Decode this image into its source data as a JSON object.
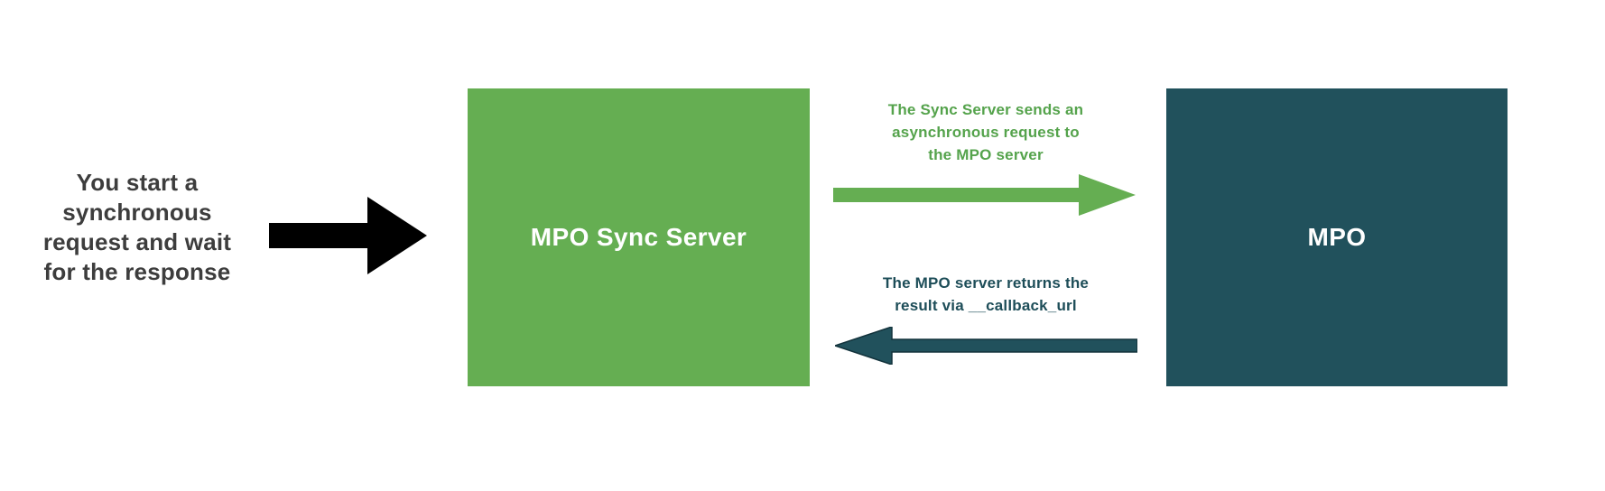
{
  "diagram": {
    "background": "#ffffff",
    "intro": {
      "text": "You start a synchronous request and wait for the response",
      "lines": [
        "You start a",
        "synchronous",
        "request and wait",
        "for the response"
      ],
      "color": "#3d3d3d"
    },
    "start_arrow": {
      "direction": "right",
      "color": "#000000"
    },
    "nodes": [
      {
        "id": "mpo-sync-server",
        "label": "MPO Sync Server",
        "fill": "#65ae52",
        "text_color": "#ffffff"
      },
      {
        "id": "mpo",
        "label": "MPO",
        "fill": "#21515c",
        "text_color": "#ffffff"
      }
    ],
    "flows": [
      {
        "id": "async-request",
        "text": "The Sync Server sends an asynchronous request to the MPO server",
        "lines": [
          "The Sync Server sends an",
          "asynchronous request to",
          "the MPO server"
        ],
        "direction": "right",
        "label_color": "#55a34c",
        "arrow_color": "#65ae52"
      },
      {
        "id": "callback-response",
        "text": "The MPO server returns the result via __callback_url",
        "lines": [
          "The MPO server returns the",
          "result via __callback_url"
        ],
        "direction": "left",
        "label_color": "#1d4d58",
        "arrow_color": "#21515c",
        "arrow_stroke": "#12323b"
      }
    ]
  }
}
